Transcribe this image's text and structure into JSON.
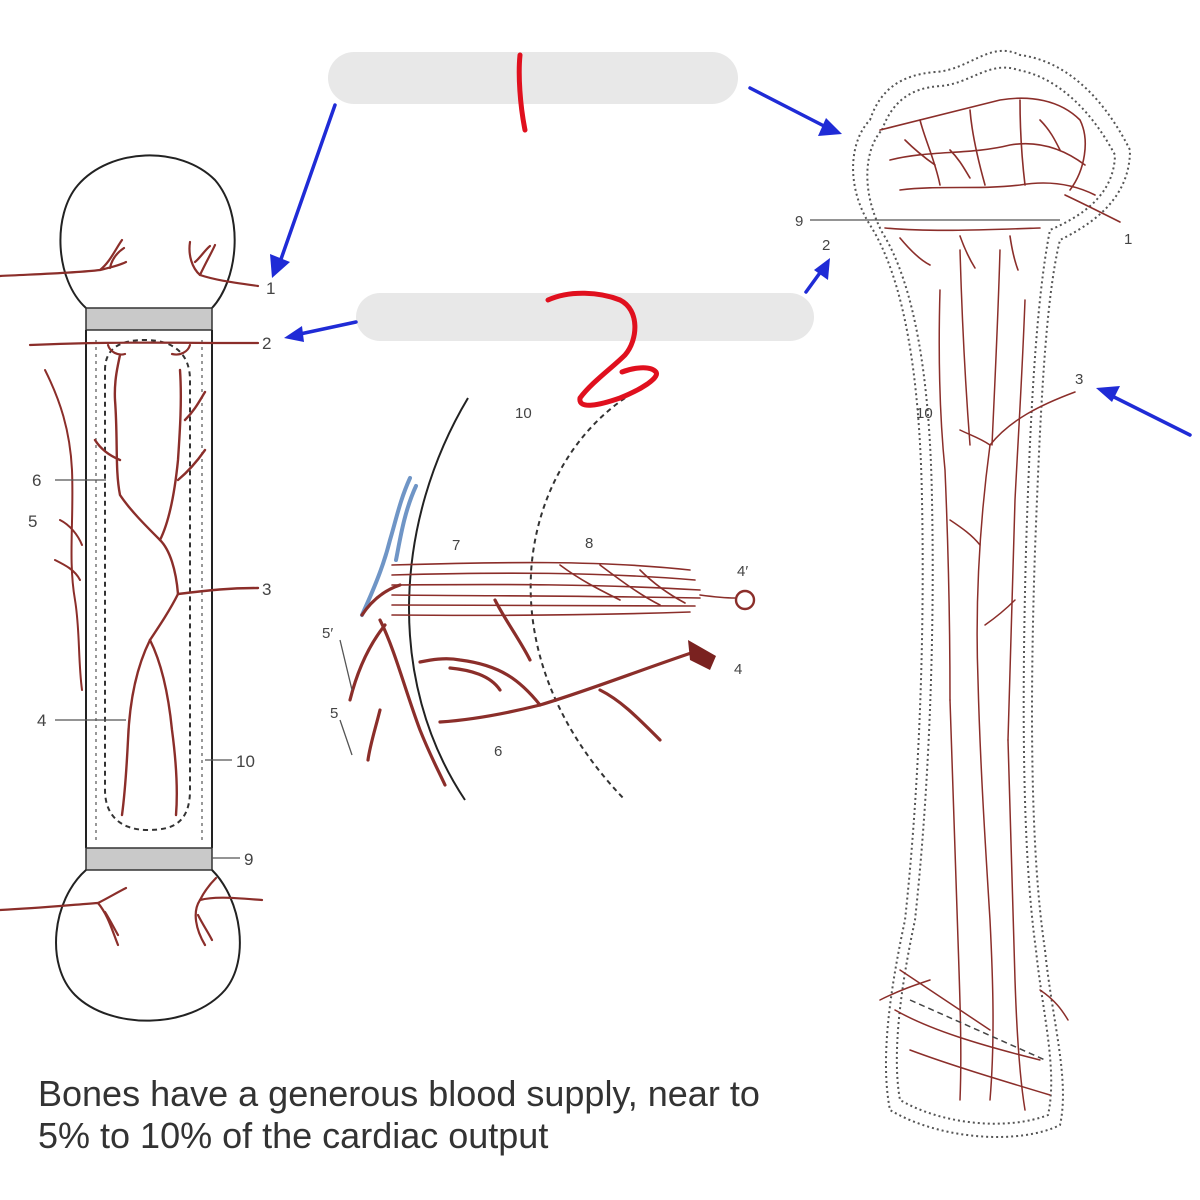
{
  "caption": {
    "line1": "Bones have a generous blood supply, near to",
    "line2": "5% to 10% of the cardiac output"
  },
  "left_bone_labels": {
    "l1": "1",
    "l2": "2",
    "l3": "3",
    "l4": "4",
    "l5": "5",
    "l6": "6",
    "l9": "9",
    "l10": "10"
  },
  "detail_labels": {
    "l4": "4",
    "l4p": "4′",
    "l5": "5",
    "l5p": "5′",
    "l6": "6",
    "l7": "7",
    "l8": "8",
    "l10": "10"
  },
  "right_bone_labels": {
    "l1": "1",
    "l2": "2",
    "l3": "3",
    "l9": "9",
    "l10": "10"
  },
  "colors": {
    "vessel": "#8b2e2a",
    "vein": "#6f95c6",
    "arrow": "#1f2bd6",
    "annotation": "#e0101e",
    "label_mask": "#e8e8e8"
  }
}
